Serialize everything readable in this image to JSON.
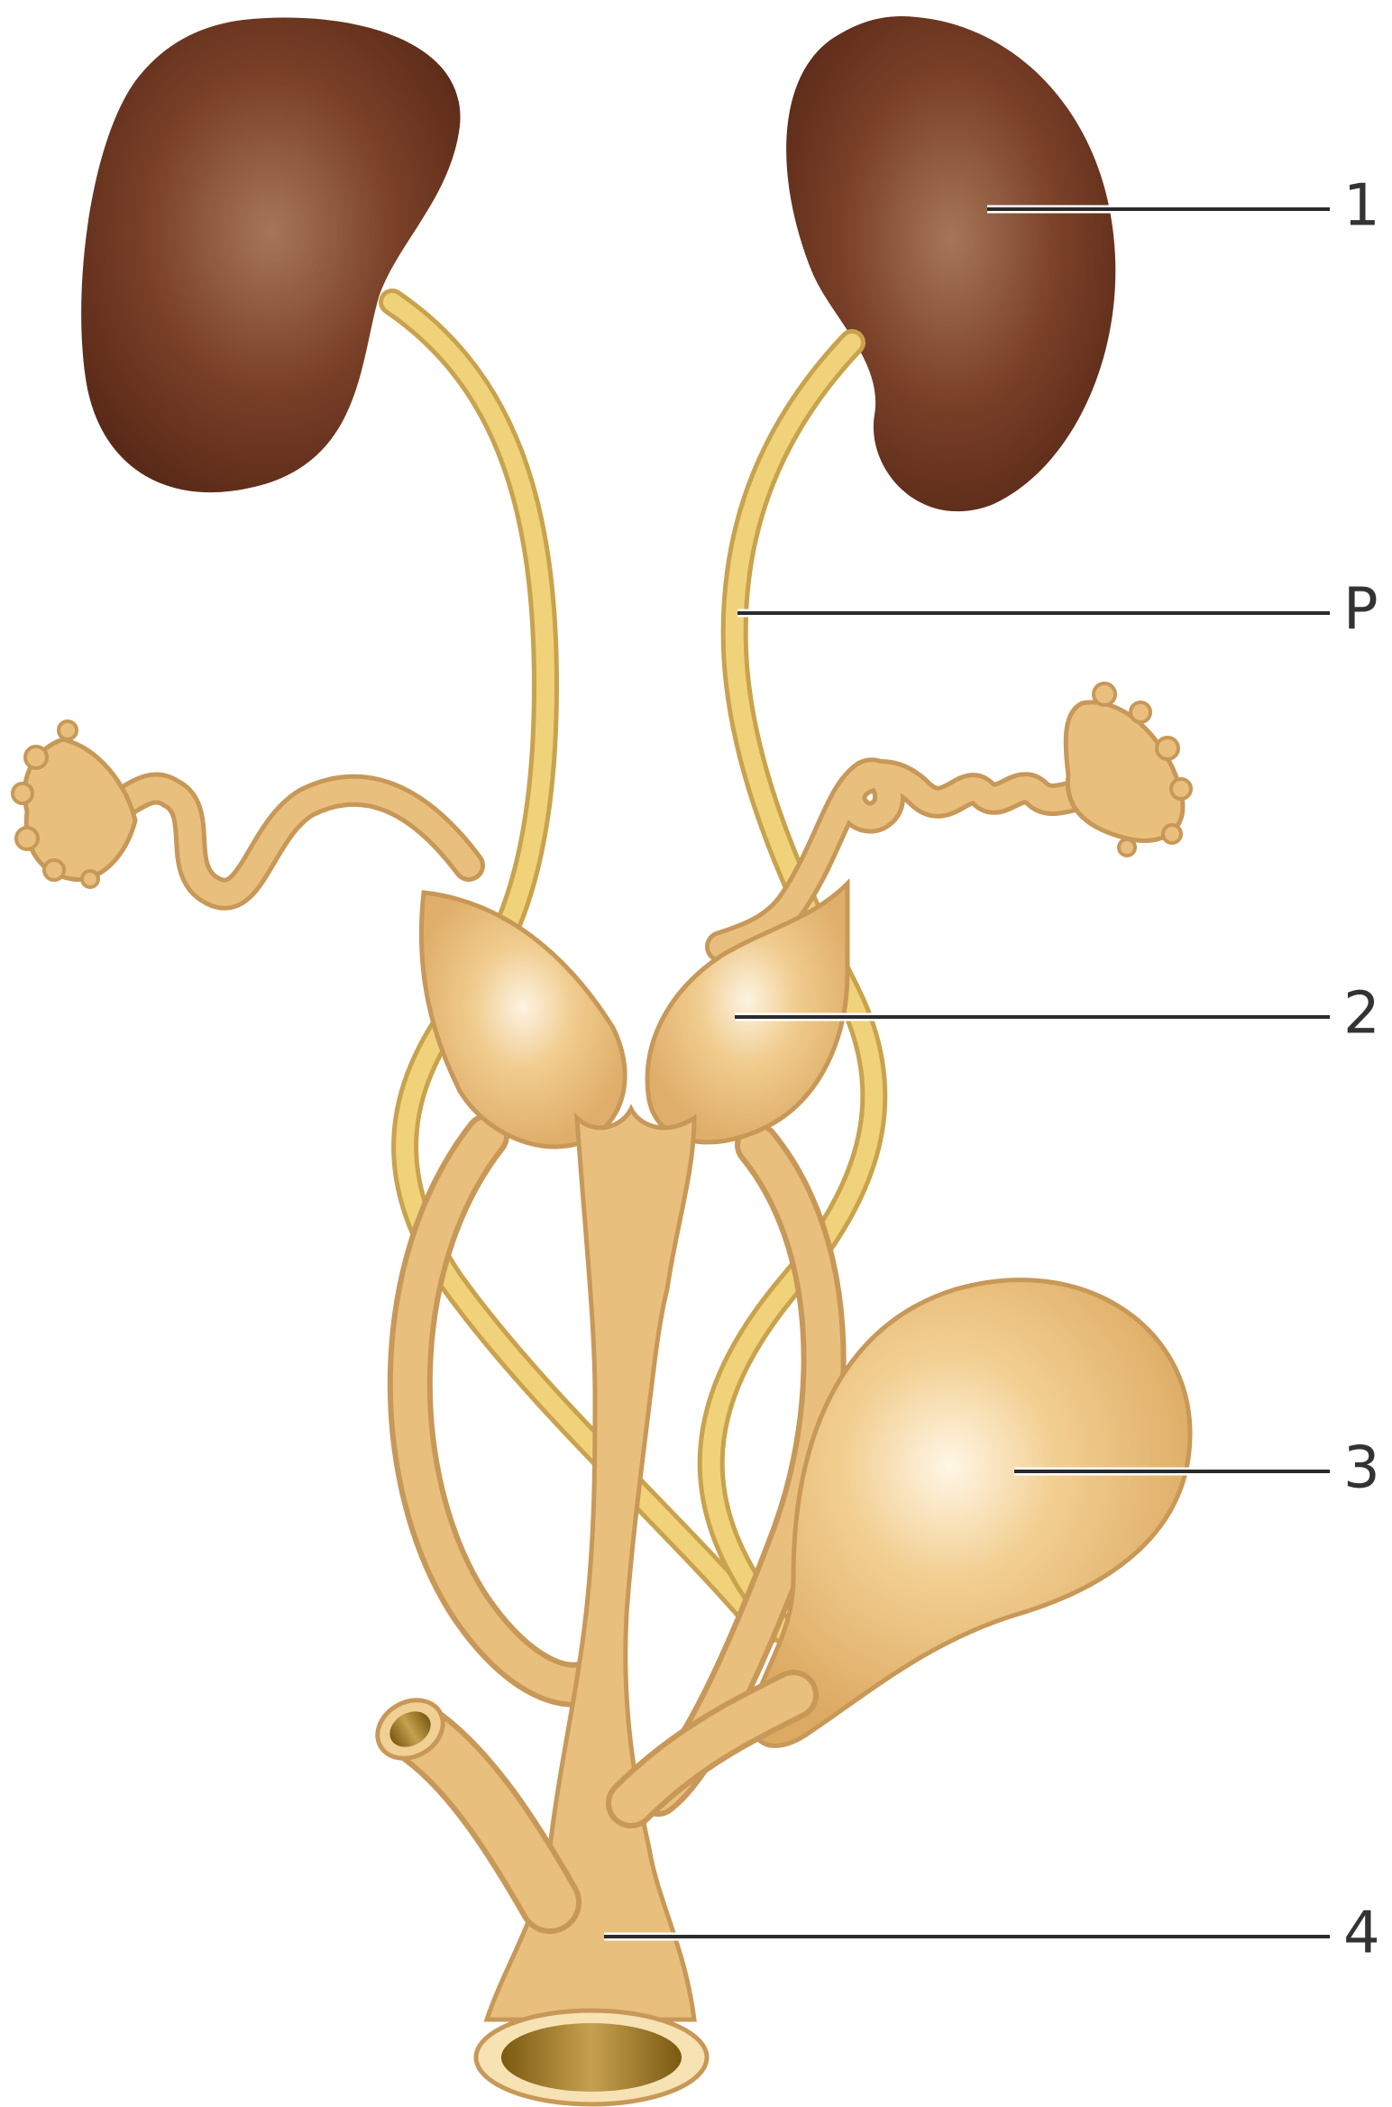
{
  "labels": [
    {
      "id": "1",
      "text": "1"
    },
    {
      "id": "P",
      "text": "P"
    },
    {
      "id": "2",
      "text": "2"
    },
    {
      "id": "3",
      "text": "3"
    },
    {
      "id": "4",
      "text": "4"
    }
  ],
  "colors": {
    "kidney": "#6b3320",
    "kidney_highlight": "#a67658",
    "ureter": "#f0d27a",
    "ureter_edge": "#c9a24e",
    "tract": "#e9bf7e",
    "tract_edge": "#c89858",
    "tract_highlight": "#fbeed6",
    "lumen": "#8a6a1e"
  }
}
